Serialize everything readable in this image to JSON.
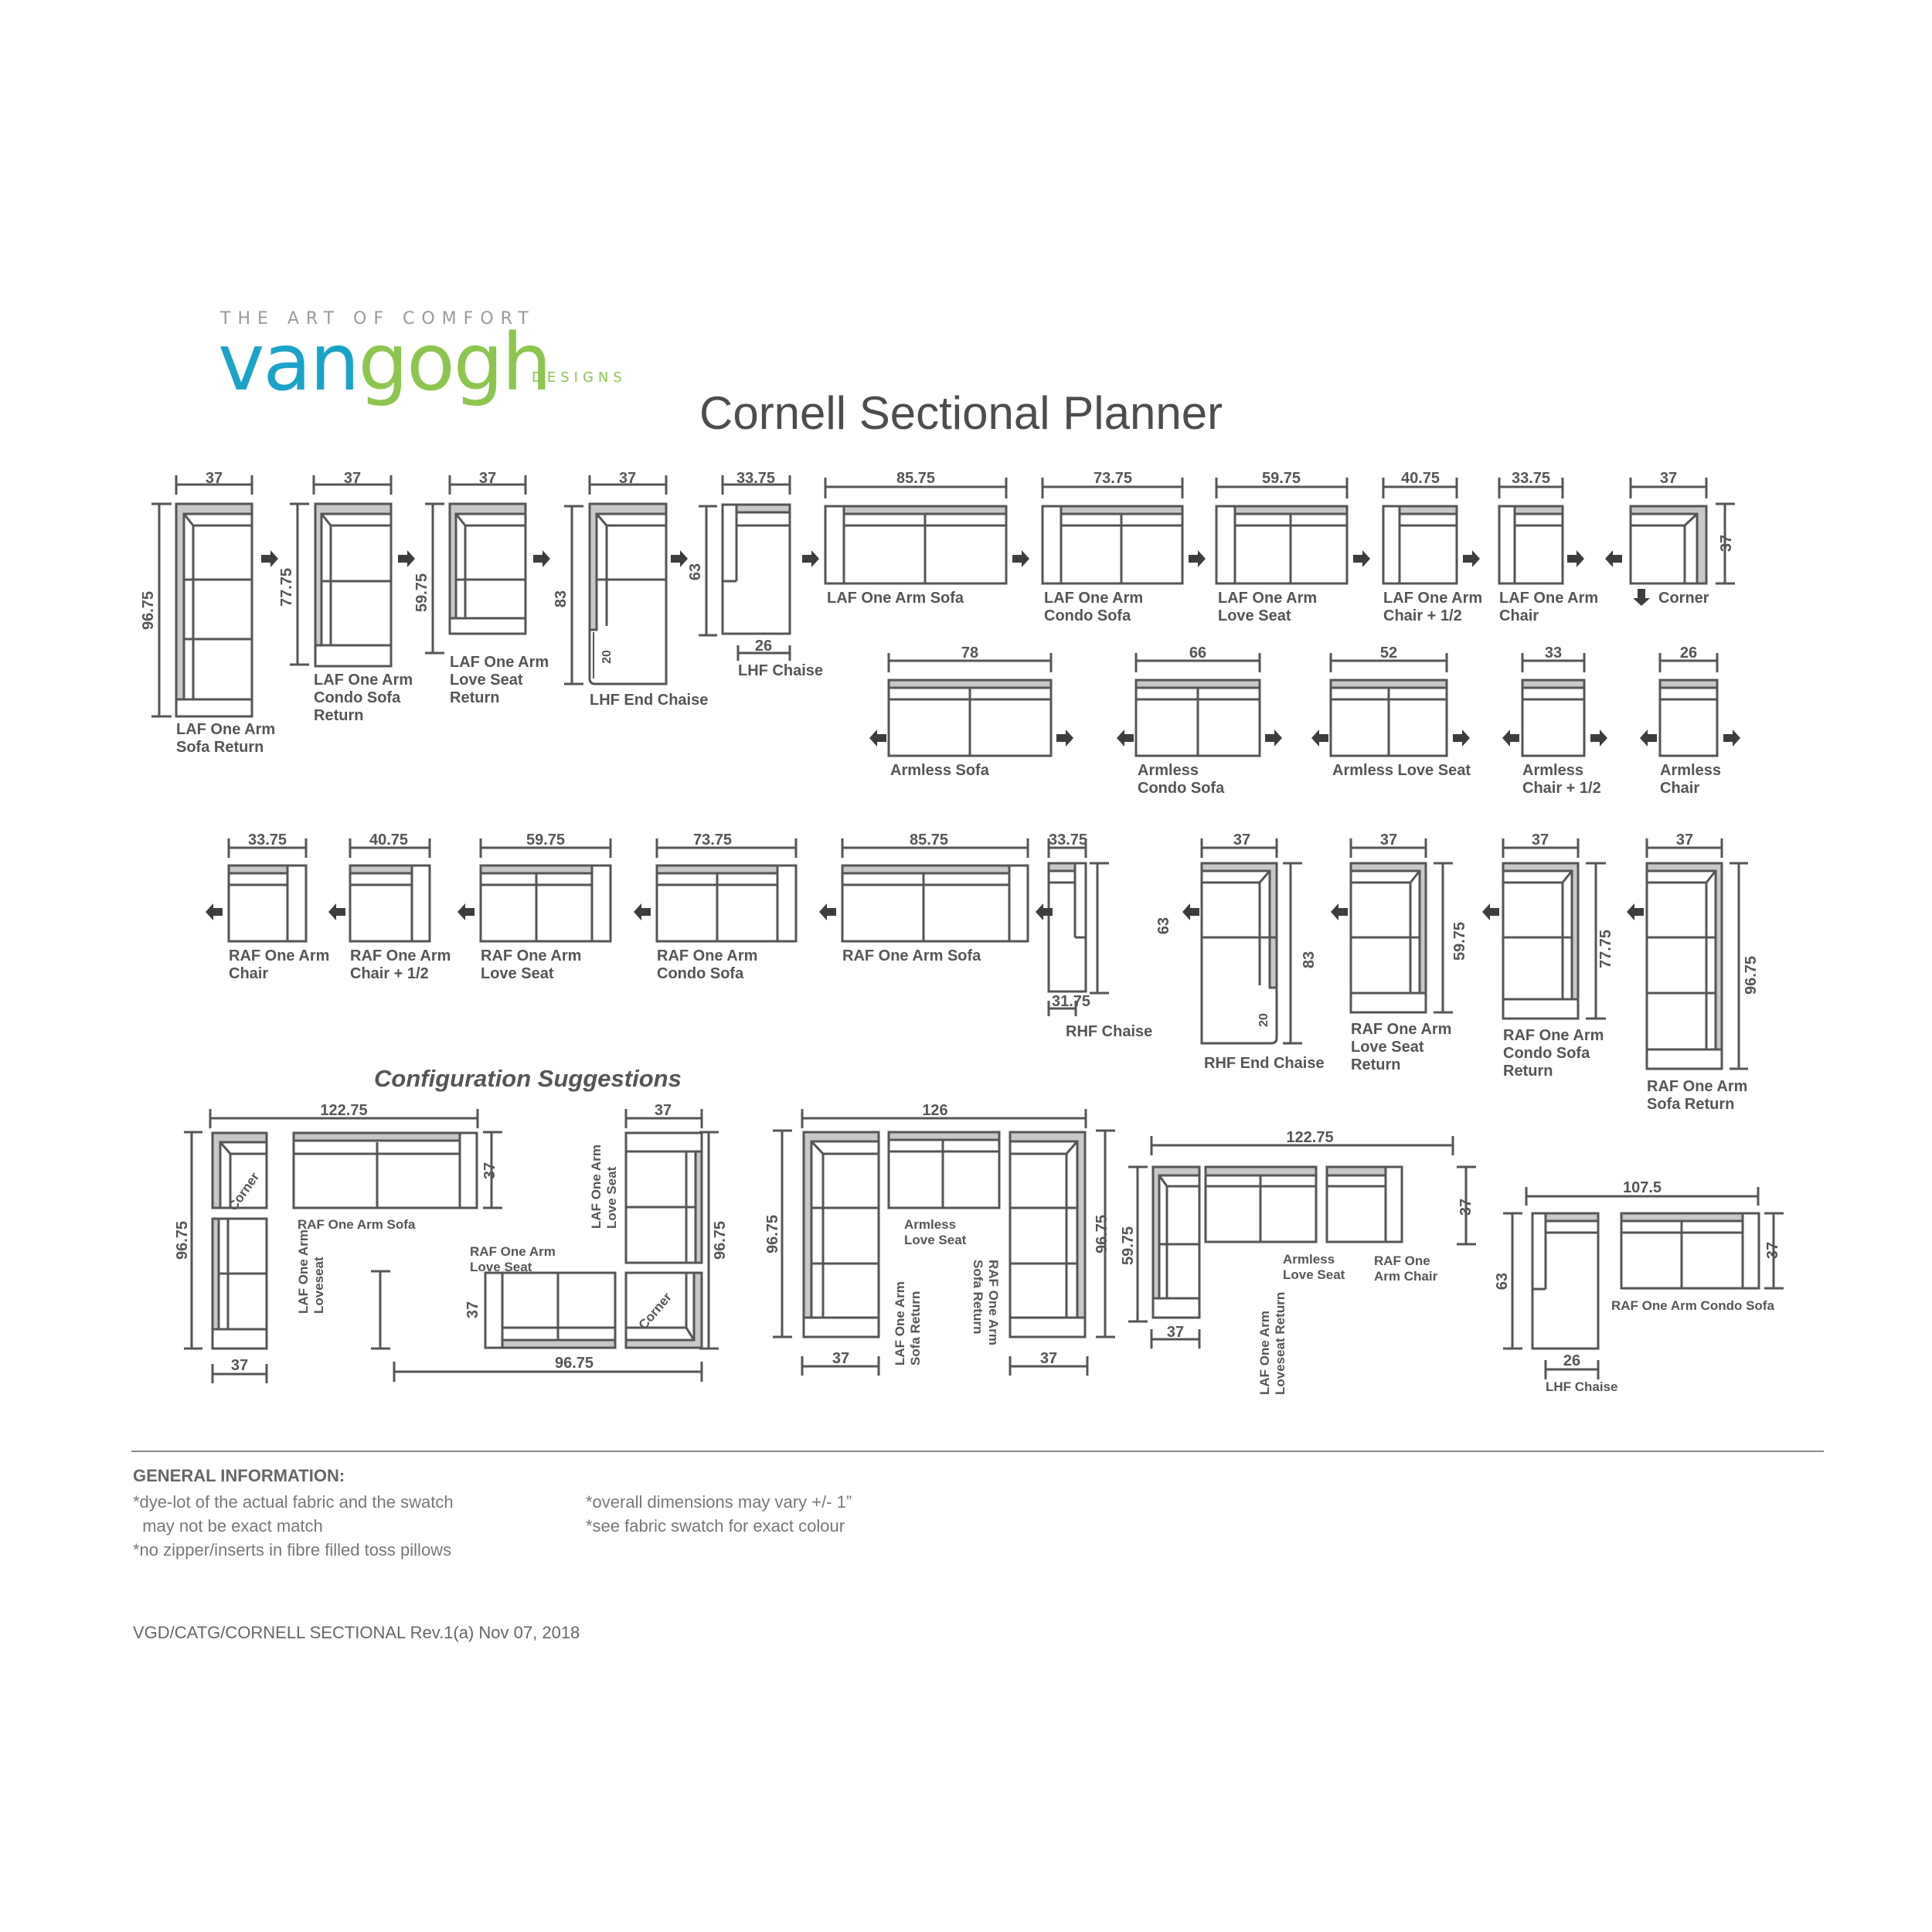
{
  "brand": {
    "tagline": "THE ART OF COMFORT",
    "name_part1": "van",
    "name_part2": "gogh",
    "sub": "DESIGNS",
    "colors": {
      "blue": "#1aa3c8",
      "green": "#8cc64e",
      "gray": "#9a9a9a"
    }
  },
  "title": "Cornell Sectional Planner",
  "colors": {
    "line": "#555555",
    "back_fill": "#c8c8c8",
    "text": "#555555"
  },
  "pieces_row1": [
    {
      "name": "LAF One Arm Sofa Return",
      "line1": "LAF One Arm",
      "line2": "Sofa Return",
      "width": "37",
      "depth": "96.75"
    },
    {
      "name": "LAF One Arm Condo Sofa Return",
      "line1": "LAF One Arm",
      "line2": "Condo Sofa",
      "line3": "Return",
      "width": "37",
      "depth": "77.75"
    },
    {
      "name": "LAF One Arm Love Seat Return",
      "line1": "LAF One Arm",
      "line2": "Love Seat",
      "line3": "Return",
      "width": "37",
      "depth": "59.75"
    },
    {
      "name": "LHF End Chaise",
      "line1": "LHF End Chaise",
      "width": "37",
      "depth": "83",
      "inner": "20"
    },
    {
      "name": "LHF Chaise",
      "line1": "LHF Chaise",
      "width": "33.75",
      "depth": "63",
      "inner": "26"
    },
    {
      "name": "LAF One Arm Sofa",
      "line1": "LAF One Arm Sofa",
      "width": "85.75"
    },
    {
      "name": "LAF One Arm Condo Sofa",
      "line1": "LAF One Arm",
      "line2": "Condo Sofa",
      "width": "73.75"
    },
    {
      "name": "LAF One Arm Love Seat",
      "line1": "LAF One Arm",
      "line2": "Love Seat",
      "width": "59.75"
    },
    {
      "name": "LAF One Arm Chair + 1/2",
      "line1": "LAF One Arm",
      "line2": "Chair + 1/2",
      "width": "40.75"
    },
    {
      "name": "LAF One Arm Chair",
      "line1": "LAF One Arm",
      "line2": "Chair",
      "width": "33.75"
    },
    {
      "name": "Corner",
      "line1": "Corner",
      "width": "37",
      "depth": "37"
    }
  ],
  "pieces_armless": [
    {
      "line1": "Armless Sofa",
      "width": "78"
    },
    {
      "line1": "Armless",
      "line2": "Condo Sofa",
      "width": "66"
    },
    {
      "line1": "Armless Love Seat",
      "width": "52"
    },
    {
      "line1": "Armless",
      "line2": "Chair + 1/2",
      "width": "33"
    },
    {
      "line1": "Armless",
      "line2": "Chair",
      "width": "26"
    }
  ],
  "pieces_row3": [
    {
      "line1": "RAF One Arm",
      "line2": "Chair",
      "width": "33.75"
    },
    {
      "line1": "RAF One Arm",
      "line2": "Chair + 1/2",
      "width": "40.75"
    },
    {
      "line1": "RAF One Arm",
      "line2": "Love Seat",
      "width": "59.75"
    },
    {
      "line1": "RAF One Arm",
      "line2": "Condo Sofa",
      "width": "73.75"
    },
    {
      "line1": "RAF One Arm Sofa",
      "width": "85.75"
    },
    {
      "line1": "RHF Chaise",
      "width": "33.75",
      "depth": "63",
      "inner": "31.75"
    },
    {
      "line1": "RHF End Chaise",
      "width": "37",
      "depth": "83",
      "inner": "20"
    },
    {
      "line1": "RAF One Arm",
      "line2": "Love Seat",
      "line3": "Return",
      "width": "37",
      "depth": "59.75"
    },
    {
      "line1": "RAF One Arm",
      "line2": "Condo Sofa",
      "line3": "Return",
      "width": "37",
      "depth": "77.75"
    },
    {
      "line1": "RAF One Arm",
      "line2": "Sofa Return",
      "width": "37",
      "depth": "96.75"
    }
  ],
  "config": {
    "title": "Configuration Suggestions",
    "c1": {
      "width": "122.75",
      "depth": "96.75",
      "right_dim": "37",
      "bottom_dim": "37",
      "corner": "Corner",
      "sofa": "RAF One Arm Sofa",
      "ls1": "LAF One Arm",
      "ls2": "Loveseat"
    },
    "c2": {
      "top_dim": "37",
      "right_dim": "96.75",
      "left_dim": "37",
      "bottom_dim": "96.75",
      "corner": "Corner",
      "ls_a1": "LAF One Arm",
      "ls_a2": "Love Seat",
      "ls_b1": "RAF One Arm",
      "ls_b2": "Love Seat"
    },
    "c3": {
      "width": "126",
      "left_dim": "96.75",
      "right_dim": "96.75",
      "bl_dim": "37",
      "br_dim": "37",
      "mid1": "Armless",
      "mid2": "Love Seat",
      "l1": "LAF One Arm",
      "l2": "Sofa Return",
      "r1": "RAF One Arm",
      "r2": "Sofa Return"
    },
    "c4": {
      "width": "122.75",
      "left_dim": "59.75",
      "right_dim": "37",
      "bottom_dim": "37",
      "mid1": "Armless",
      "mid2": "Love Seat",
      "chair1": "RAF One",
      "chair2": "Arm Chair",
      "l1": "LAF One Arm",
      "l2": "Loveseat Return"
    },
    "c5": {
      "width": "107.5",
      "left_dim": "63",
      "right_dim": "37",
      "bottom_dim": "26",
      "sofa": "RAF One Arm Condo Sofa",
      "chaise": "LHF Chaise"
    }
  },
  "general_info": {
    "heading": "GENERAL INFORMATION:",
    "left": [
      "*dye-lot of the actual fabric and the swatch",
      "  may not be exact match",
      "*no zipper/inserts in fibre filled toss pillows"
    ],
    "right": [
      "*overall dimensions may vary +/- 1”",
      "*see fabric swatch for exact colour"
    ]
  },
  "footer": "VGD/CATG/CORNELL SECTIONAL Rev.1(a) Nov 07, 2018"
}
